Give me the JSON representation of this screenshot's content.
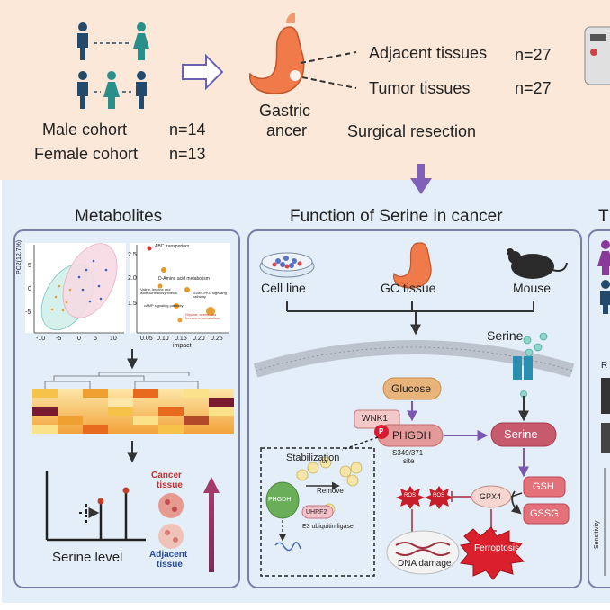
{
  "top": {
    "male_cohort": "Male cohort",
    "male_n": "n=14",
    "female_cohort": "Female cohort",
    "female_n": "n=13",
    "gastric_1": "Gastric",
    "gastric_2": "ancer",
    "adjacent": "Adjacent tissues",
    "adjacent_n": "n=27",
    "tumor": "Tumor tissues",
    "tumor_n": "n=27",
    "surgical": "Surgical resection"
  },
  "metabolites": {
    "title": "Metabolites",
    "pca_legend": "ABC transporters",
    "pca_ylabel": "PC2(12.7%)",
    "pca_xticks": [
      "-10",
      "-5",
      "0",
      "5",
      "10"
    ],
    "pca_yticks": [
      "5",
      "0",
      "-5"
    ],
    "path_yticks": [
      "2.5",
      "2.0",
      "1.5"
    ],
    "path_xticks": [
      "0.05",
      "0.10",
      "0.15",
      "0.20",
      "0.25"
    ],
    "path_xlabel": "impact",
    "path_labels": [
      "D-Amino acid metabolism",
      "Valine, leucine and isoleucine biosynthesis",
      "cGMP-PKG signaling pathway",
      "cAMP signaling pathway",
      "Glycine, serine and threonine metabolism"
    ],
    "cancer_1": "Cancer",
    "cancer_2": "tissue",
    "adjacent_1": "Adjacent",
    "adjacent_2": "tissue",
    "serine_level": "Serine level"
  },
  "function": {
    "title": "Function of Serine in cancer",
    "cell_line": "Cell line",
    "gc_tissue": "GC tissue",
    "mouse": "Mouse",
    "serine_top": "Serine",
    "glucose": "Glucose",
    "wnk1": "WNK1",
    "phgdh": "PHGDH",
    "p": "P",
    "site_1": "S349/371",
    "site_2": "site",
    "serine_box": "Serine",
    "stabilization": "Stabilization",
    "remove": "Remove",
    "ub": "Ub",
    "uhrf2": "UHRF2",
    "e3": "E3 ubiquitin ligase",
    "phgdh_small": "PHGDH",
    "gpx4": "GPX4",
    "gsh": "GSH",
    "gssg": "GSSG",
    "ros": "ROS",
    "dna": "DNA damage",
    "ferroptosis": "Ferroptosis"
  },
  "right": {
    "title_fragment": "T",
    "r_fragment": "R",
    "sensitivity": "Sensitivity"
  },
  "colors": {
    "top_bg": "#fbe8d9",
    "bottom_bg": "#e4eef8",
    "panel_border": "#7a7ea8",
    "arrow_purple": "#8060b8",
    "phgdh_fill": "#e59a9a",
    "serine_fill": "#c85a6e",
    "glucose_fill": "#e9b47a"
  }
}
